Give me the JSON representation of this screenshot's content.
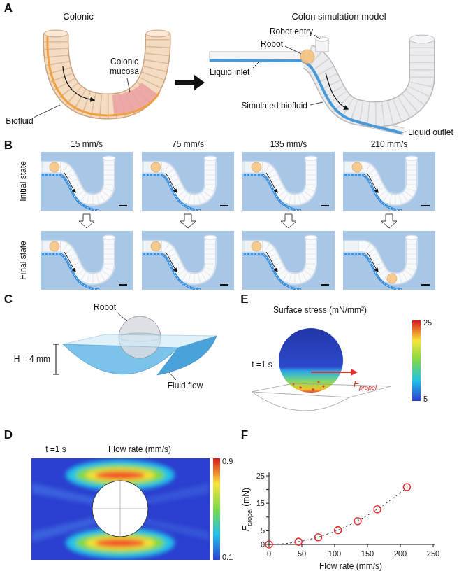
{
  "diagram": {
    "labels": [
      "A",
      "Colonic",
      "Colon simulation model",
      "Colonic mucosa",
      "Biofluid",
      "Robot entry",
      "Robot",
      "Liquid inlet",
      "Simulated biofluid",
      "Liquid outlet",
      "B",
      "15 mm/s",
      "75 mm/s",
      "135 mm/s",
      "210 mm/s",
      "Initial state",
      "Final state",
      "C",
      "Robot",
      "H = 4 mm",
      "Fluid flow",
      "D",
      "t =1 s",
      "Flow rate (mm/s)",
      "0.9",
      "0.1",
      "E",
      "Surface stress (mN/mm²)",
      "t =1 s",
      "F",
      "propel",
      "25",
      "5",
      "F",
      "F",
      "propel",
      "(mN)",
      "25",
      "15",
      "5",
      "0",
      "0",
      "50",
      "100",
      "150",
      "200",
      "250",
      "Flow rate (mm/s)"
    ]
  }
}
